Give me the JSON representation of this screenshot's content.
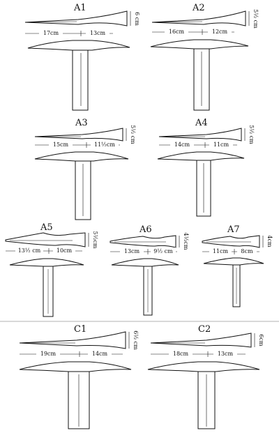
{
  "figures": [
    {
      "id": "a1",
      "title": "A1",
      "left": "17cm",
      "right": "13cm",
      "height": "6 cm"
    },
    {
      "id": "a2",
      "title": "A2",
      "left": "16cm",
      "right": "12cm",
      "height": "5½ cm"
    },
    {
      "id": "a3",
      "title": "A3",
      "left": "15cm",
      "right": "11½cm",
      "height": "5½ cm"
    },
    {
      "id": "a4",
      "title": "A4",
      "left": "14cm",
      "right": "11cm",
      "height": "5½ cm"
    },
    {
      "id": "a5",
      "title": "A5",
      "left": "13½ cm",
      "right": "10cm",
      "height": "5½cm"
    },
    {
      "id": "a6",
      "title": "A6",
      "left": "13cm",
      "right": "9½ cm",
      "height": "4½cm"
    },
    {
      "id": "a7",
      "title": "A7",
      "left": "11cm",
      "right": "8cm",
      "height": "4cm"
    },
    {
      "id": "c1",
      "title": "C1",
      "left": "19cm",
      "right": "14cm",
      "height": "6½ cm"
    },
    {
      "id": "c2",
      "title": "C2",
      "left": "18cm",
      "right": "13cm",
      "height": "6cm"
    }
  ]
}
